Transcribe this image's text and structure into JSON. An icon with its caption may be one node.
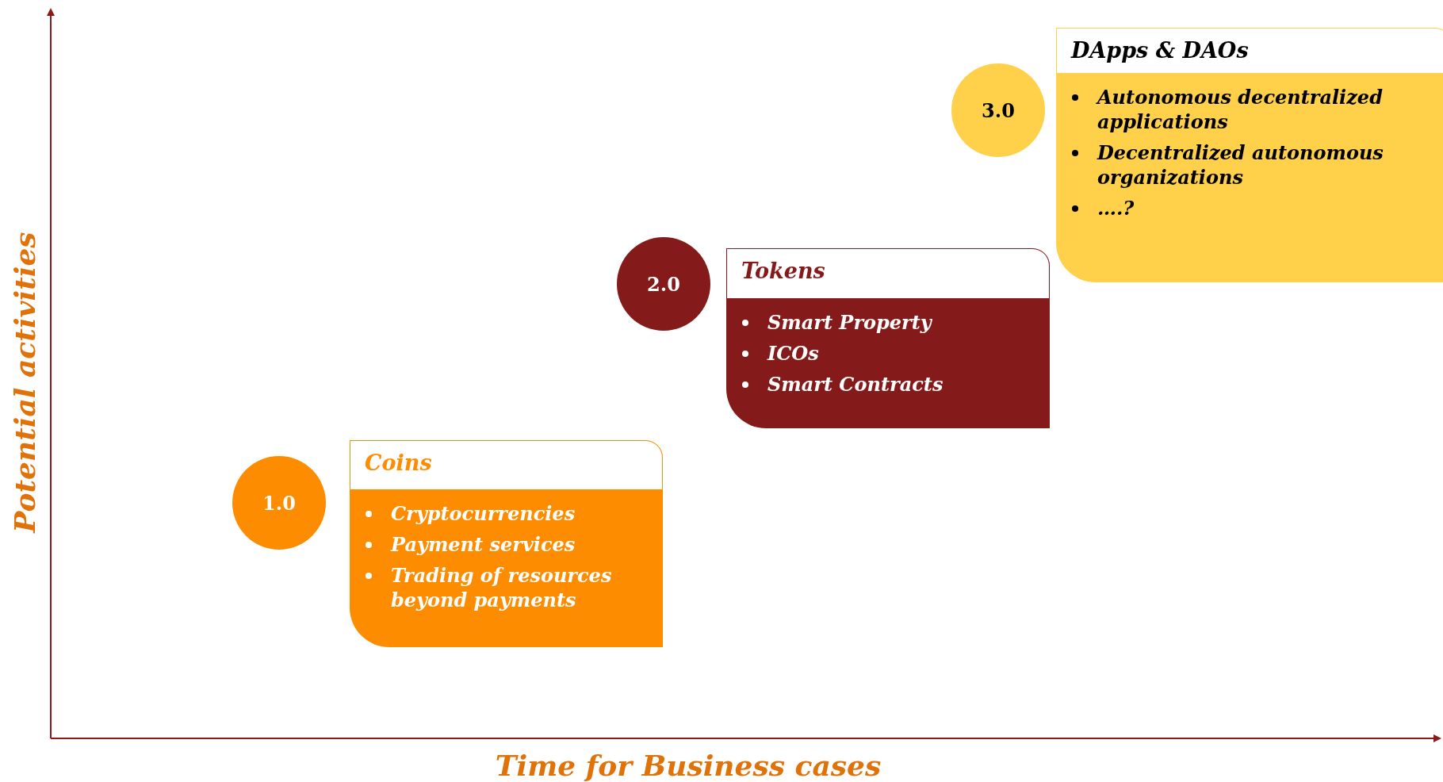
{
  "diagram": {
    "nodes": [
      {
        "text": [
          "1.0"
        ]
      },
      {
        "text": [
          "Coins",
          "Cryptocurrencies",
          "Payment services",
          "Trading of resources beyond payments"
        ]
      },
      {
        "text": [
          "2.0"
        ]
      },
      {
        "text": [
          "Tokens",
          "Smart Property",
          "ICOs",
          "Smart Contracts"
        ]
      },
      {
        "text": [
          "3.0"
        ]
      },
      {
        "text": [
          "DApps & DAOs",
          "Autonomous decentralized applications",
          "Decentralized autonomous organizations",
          "….?"
        ]
      }
    ],
    "edges": [],
    "labels": [
      "Potential activities",
      "Time for Business cases"
    ]
  }
}
